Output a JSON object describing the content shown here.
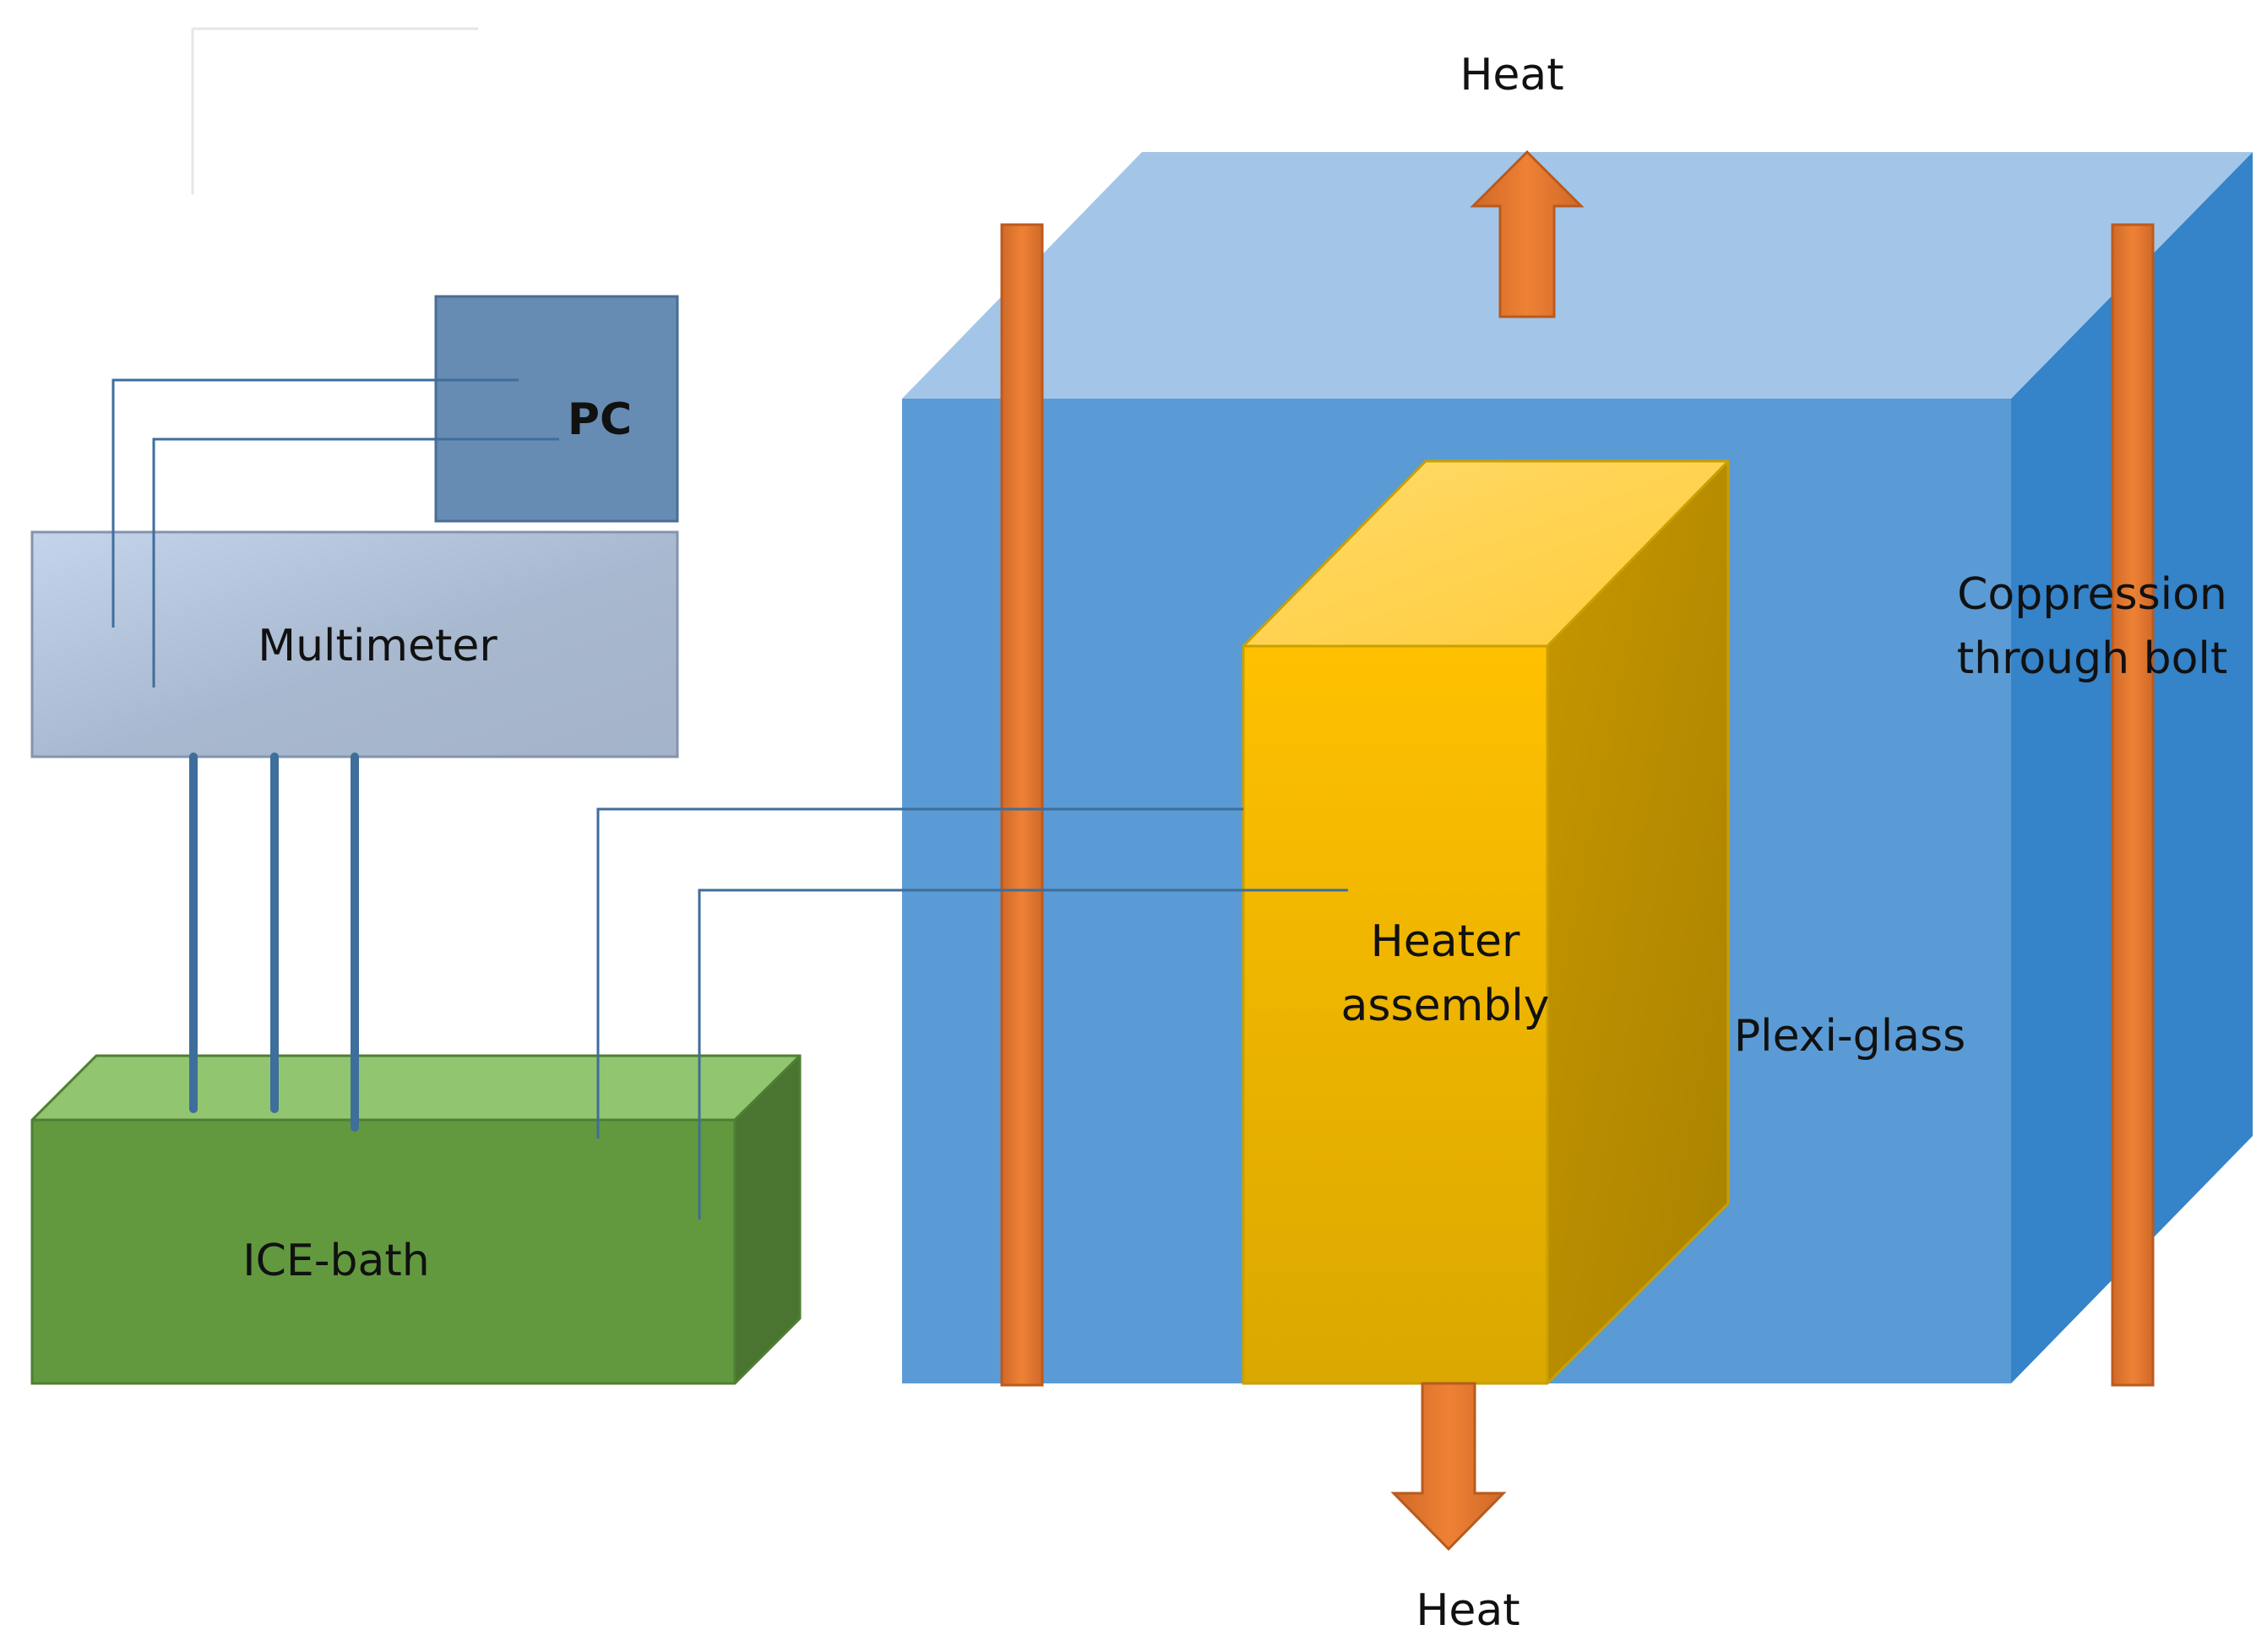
{
  "labels": {
    "heat_top": "Heat",
    "heat_bottom": "Heat",
    "pc": "PC",
    "multimeter": "Multimeter",
    "ice_bath": "ICE-bath",
    "heater_line1": "Heater",
    "heater_line2": "assembly",
    "plexiglass": "Plexi-glass",
    "compression_line1": "Coppression",
    "compression_line2": "through bolt"
  },
  "colors": {
    "plexi_front": "#5B9BD5",
    "plexi_top": "#A3C6E8",
    "plexi_side": "#3583C8",
    "heater_front": "#F2B705",
    "heater_top": "#FFD24D",
    "heater_side": "#B88A00",
    "ice_front": "#62993E",
    "ice_top": "#92C570",
    "ice_side": "#4A7530",
    "pc_box": "#668CB3",
    "multimeter_box": "#AFC0D6",
    "wire": "#3E6E9C",
    "bolt": "#E07A30",
    "arrow": "#E07A30"
  }
}
